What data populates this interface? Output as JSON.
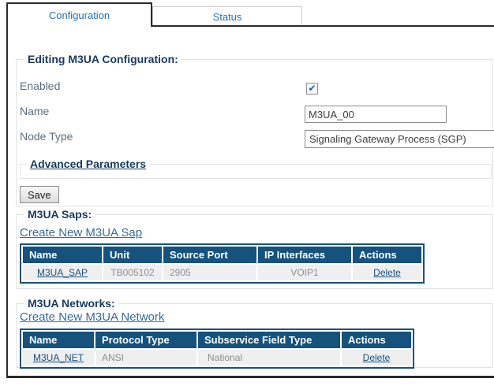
{
  "tabs": {
    "configuration": "Configuration",
    "status": "Status"
  },
  "config_section": {
    "legend": "Editing M3UA Configuration:",
    "fields": {
      "enabled": {
        "label": "Enabled",
        "checked": true
      },
      "name": {
        "label": "Name",
        "value": "M3UA_00"
      },
      "node_type": {
        "label": "Node Type",
        "value": "Signaling Gateway Process (SGP)"
      }
    },
    "advanced_link": "Advanced Parameters",
    "save_label": "Save"
  },
  "saps_section": {
    "legend": "M3UA Saps:",
    "create_link": "Create New M3UA Sap",
    "table": {
      "headers": [
        "Name",
        "Unit",
        "Source Port",
        "IP Interfaces",
        "Actions"
      ],
      "rows": [
        {
          "name": "M3UA_SAP",
          "unit": "TB005102",
          "source_port": "2905",
          "ip_interfaces": "VOIP1",
          "action": "Delete"
        }
      ]
    }
  },
  "networks_section": {
    "legend": "M3UA Networks:",
    "create_link": "Create New M3UA Network",
    "table": {
      "headers": [
        "Name",
        "Protocol Type",
        "Subservice Field Type",
        "Actions"
      ],
      "rows": [
        {
          "name": "M3UA_NET",
          "protocol_type": "ANSI",
          "subservice_field_type": "National",
          "action": "Delete"
        }
      ]
    }
  },
  "colors": {
    "table_header_bg": "#15527e",
    "tab_text": "#2a6ebb",
    "legend_text": "#173a64",
    "create_link": "#3a6b96",
    "dark_border": "#2b2b2b",
    "cell_text": "#8f8f8f",
    "row_bg": "#efefef"
  }
}
